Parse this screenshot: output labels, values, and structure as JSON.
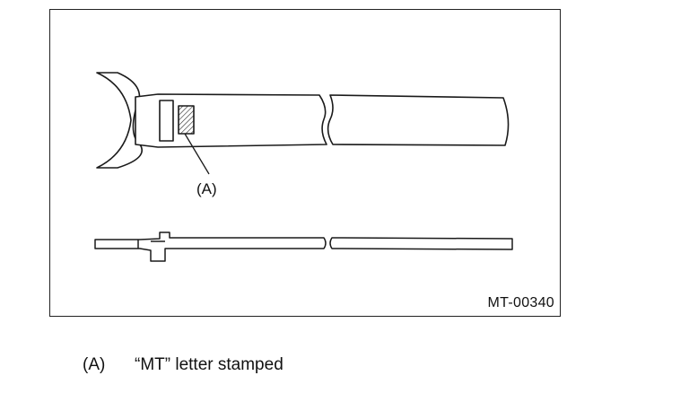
{
  "figure": {
    "callout_label": "(A)",
    "figure_id": "MT-00340"
  },
  "legend": {
    "items": [
      {
        "key": "(A)",
        "text": "“MT” letter stamped"
      }
    ]
  }
}
